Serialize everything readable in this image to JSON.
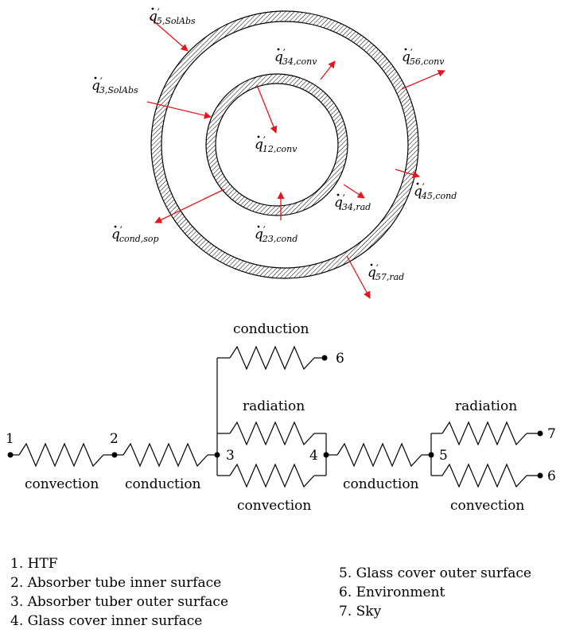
{
  "heat_fluxes": [
    {
      "id": "q5_solabs",
      "base": "q",
      "sub": "5,SolAbs"
    },
    {
      "id": "q3_solabs",
      "base": "q",
      "sub": "3,SolAbs"
    },
    {
      "id": "q34_conv",
      "base": "q",
      "sub": "34,conv"
    },
    {
      "id": "q56_conv",
      "base": "q",
      "sub": "56,conv"
    },
    {
      "id": "q12_conv",
      "base": "q",
      "sub": "12,conv"
    },
    {
      "id": "q34_rad",
      "base": "q",
      "sub": "34,rad"
    },
    {
      "id": "q45_cond",
      "base": "q",
      "sub": "45,cond"
    },
    {
      "id": "qcond_sop",
      "base": "q",
      "sub": "cond,sop"
    },
    {
      "id": "q23_cond",
      "base": "q",
      "sub": "23,cond"
    },
    {
      "id": "q57_rad",
      "base": "q",
      "sub": "57,rad"
    }
  ],
  "network": {
    "nodes": [
      "1",
      "2",
      "3",
      "4",
      "5",
      "6",
      "7",
      "6"
    ],
    "resistors": {
      "r12": "convection",
      "r23": "conduction",
      "r36": "conduction",
      "r34_rad": "radiation",
      "r34_conv": "convection",
      "r45": "conduction",
      "r57": "radiation",
      "r56": "convection"
    }
  },
  "legend_left": [
    "1. HTF",
    "2. Absorber tube inner surface",
    "3. Absorber tuber outer surface",
    "4. Glass cover inner surface"
  ],
  "legend_right": [
    "5. Glass cover outer surface",
    "6. Environment",
    "7. Sky"
  ],
  "colors": {
    "arrow": "#e8141b",
    "ink": "#000000"
  }
}
